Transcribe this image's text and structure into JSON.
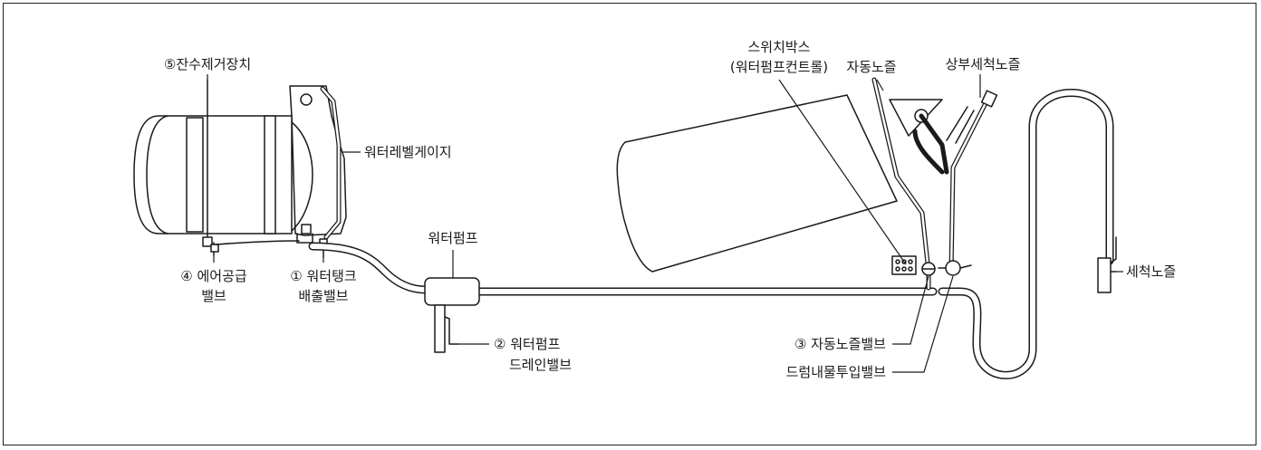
{
  "labels": {
    "residual_water_remover": "⑤잔수제거장치",
    "water_level_gauge": "워터레벨게이지",
    "air_supply_valve_line1": "④ 에어공급",
    "air_supply_valve_line2": "밸브",
    "water_tank_drain_valve_line1": "① 워터탱크",
    "water_tank_drain_valve_line2": "배출밸브",
    "water_pump": "워터펌프",
    "water_pump_drain_valve_line1": "② 워터펌프",
    "water_pump_drain_valve_line2": "드레인밸브",
    "switch_box_line1": "스위치박스",
    "switch_box_line2": "(워터펌프컨트롤)",
    "auto_nozzle": "자동노즐",
    "upper_wash_nozzle": "상부세척노즐",
    "wash_nozzle": "세척노즐",
    "auto_nozzle_valve": "③ 자동노즐밸브",
    "drum_water_inlet_valve": "드럼내물투입밸브"
  }
}
